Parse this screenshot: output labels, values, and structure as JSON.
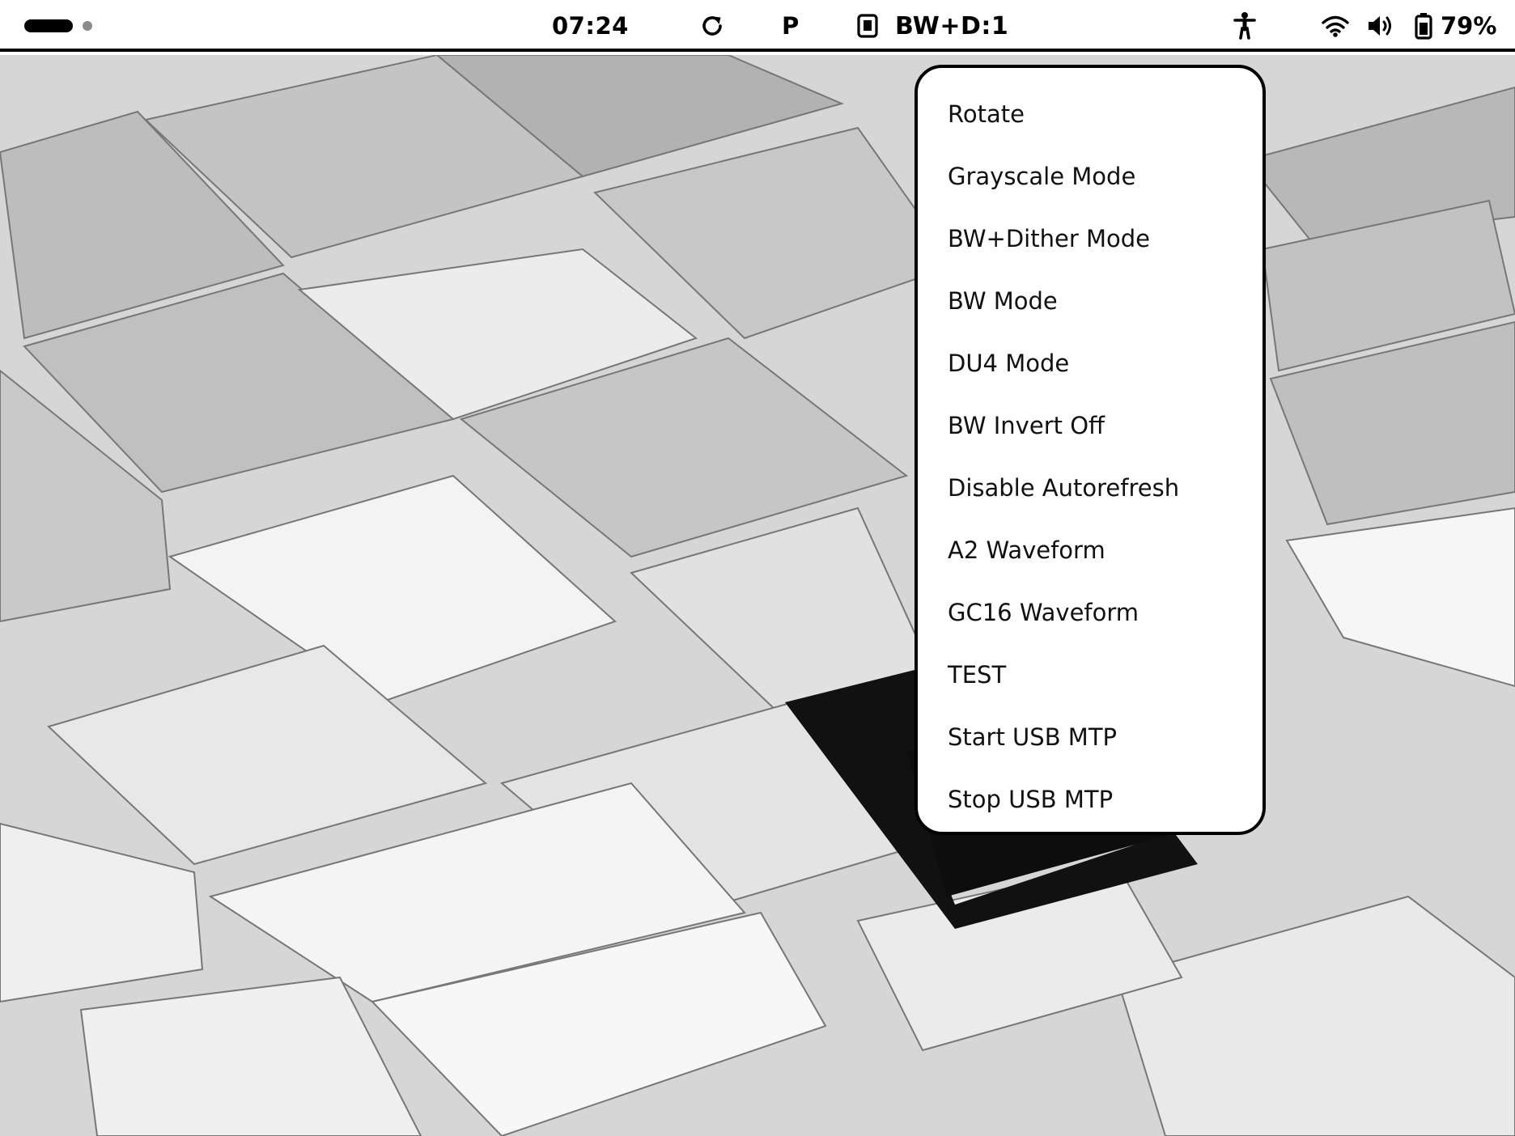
{
  "status_bar": {
    "time": "07:24",
    "profile": "P",
    "display_mode": "BW+D:1",
    "battery_percent": "79%",
    "icons": {
      "page_indicator": "page-indicator-pill",
      "refresh": "refresh-icon",
      "mode": "display-mode-icon",
      "accessibility": "accessibility-icon",
      "wifi": "wifi-icon",
      "volume": "volume-icon",
      "battery": "battery-icon"
    }
  },
  "menu": {
    "items": [
      "Rotate",
      "Grayscale Mode",
      "BW+Dither Mode",
      "BW Mode",
      "DU4 Mode",
      "BW Invert Off",
      "Disable Autorefresh",
      "A2 Waveform",
      "GC16 Waveform",
      "TEST",
      "Start USB MTP",
      "Stop USB MTP"
    ]
  },
  "colors": {
    "foreground": "#000000",
    "background": "#ffffff",
    "inactive_dot": "#8a8a8a"
  }
}
